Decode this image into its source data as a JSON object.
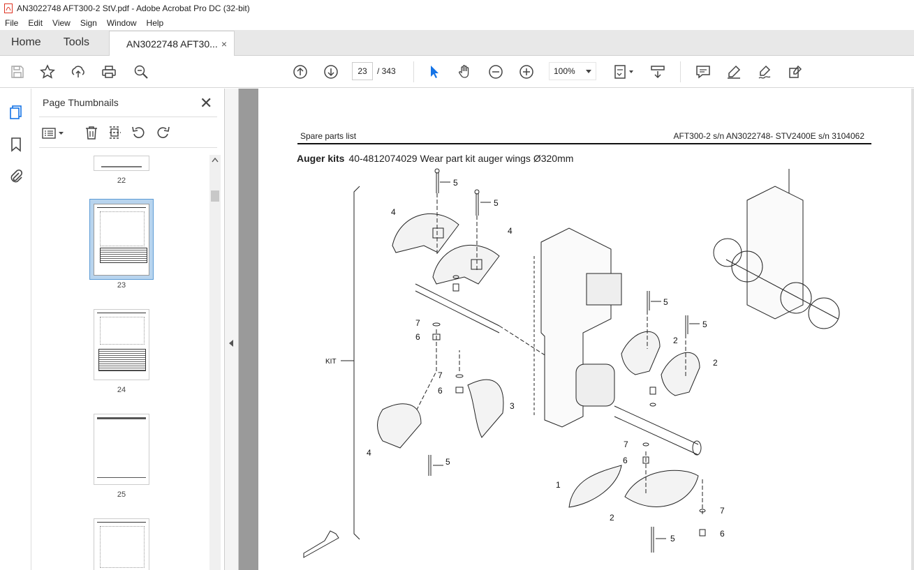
{
  "window": {
    "title": "AN3022748 AFT300-2 StV.pdf - Adobe Acrobat Pro DC (32-bit)"
  },
  "menu": [
    "File",
    "Edit",
    "View",
    "Sign",
    "Window",
    "Help"
  ],
  "tabs": {
    "home": "Home",
    "tools": "Tools",
    "document": "AN3022748 AFT30...",
    "close": "×"
  },
  "toolbar": {
    "page_current": "23",
    "page_total": "/ 343",
    "zoom": "100%"
  },
  "thumbnails": {
    "title": "Page Thumbnails",
    "close": "✕",
    "pages": [
      "22",
      "23",
      "24",
      "25"
    ]
  },
  "page": {
    "header_left": "Spare parts list",
    "header_right": "AFT300-2  s/n AN3022748- STV2400E s/n 3104062",
    "section": "Auger kits",
    "kit_desc": "40-4812074029 Wear part kit auger wings Ø320mm",
    "kit_label": "KIT",
    "callouts": [
      "1",
      "2",
      "2",
      "2",
      "3",
      "4",
      "4",
      "4",
      "5",
      "5",
      "5",
      "5",
      "5",
      "5",
      "6",
      "6",
      "6",
      "6",
      "7",
      "7",
      "7",
      "7"
    ]
  }
}
